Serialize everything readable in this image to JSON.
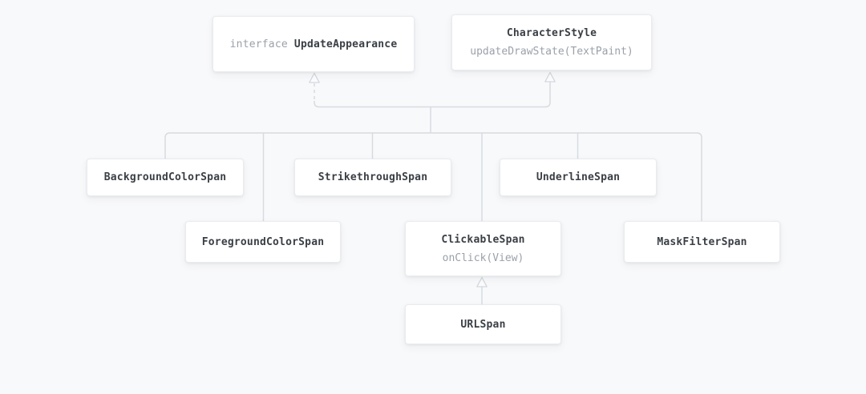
{
  "colors": {
    "background": "#f8f9fb",
    "node_fill": "#ffffff",
    "node_border": "#e9ebef",
    "connector_line": "#d7dbe0",
    "title_text": "#3a3f45",
    "muted_text": "#9ba1a9"
  },
  "nodes": [
    {
      "id": "update-appearance",
      "keyword": "interface ",
      "title": "UpdateAppearance"
    },
    {
      "id": "character-style",
      "title": "CharacterStyle",
      "subtitle": "updateDrawState(TextPaint)"
    },
    {
      "id": "background-color-span",
      "title": "BackgroundColorSpan"
    },
    {
      "id": "strikethrough-span",
      "title": "StrikethroughSpan"
    },
    {
      "id": "underline-span",
      "title": "UnderlineSpan"
    },
    {
      "id": "foreground-color-span",
      "title": "ForegroundColorSpan"
    },
    {
      "id": "clickable-span",
      "title": "ClickableSpan",
      "subtitle": "onClick(View)"
    },
    {
      "id": "mask-filter-span",
      "title": "MaskFilterSpan"
    },
    {
      "id": "url-span",
      "title": "URLSpan"
    }
  ],
  "relationships": {
    "implements_interface": "UpdateAppearance",
    "extends_base_class": "CharacterStyle",
    "subclasses": [
      "BackgroundColorSpan",
      "ForegroundColorSpan",
      "StrikethroughSpan",
      "ClickableSpan",
      "UnderlineSpan",
      "MaskFilterSpan"
    ],
    "url_span_extends": "ClickableSpan"
  }
}
